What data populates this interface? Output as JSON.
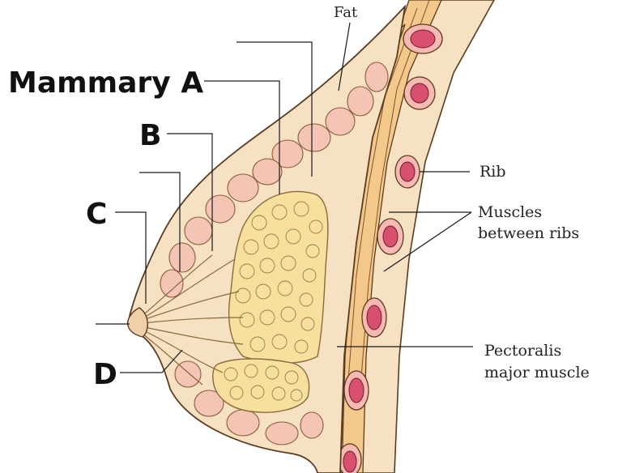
{
  "labels": {
    "mammary_a": "Mammary A",
    "b": "B",
    "c": "C",
    "d": "D",
    "fat": "Fat",
    "rib": "Rib",
    "muscles_line1": "Muscles",
    "muscles_line2": "between ribs",
    "pectoralis_line1": "Pectoralis",
    "pectoralis_line2": "major muscle"
  },
  "colors": {
    "skin": "#f6e1c2",
    "fat_lobule": "#f4c4b4",
    "gland": "#f7df9e",
    "muscle": "#f3c88a",
    "rib_fill": "#d9506e",
    "rib_ring": "#f7b9b2",
    "outline": "#5b3b20"
  }
}
